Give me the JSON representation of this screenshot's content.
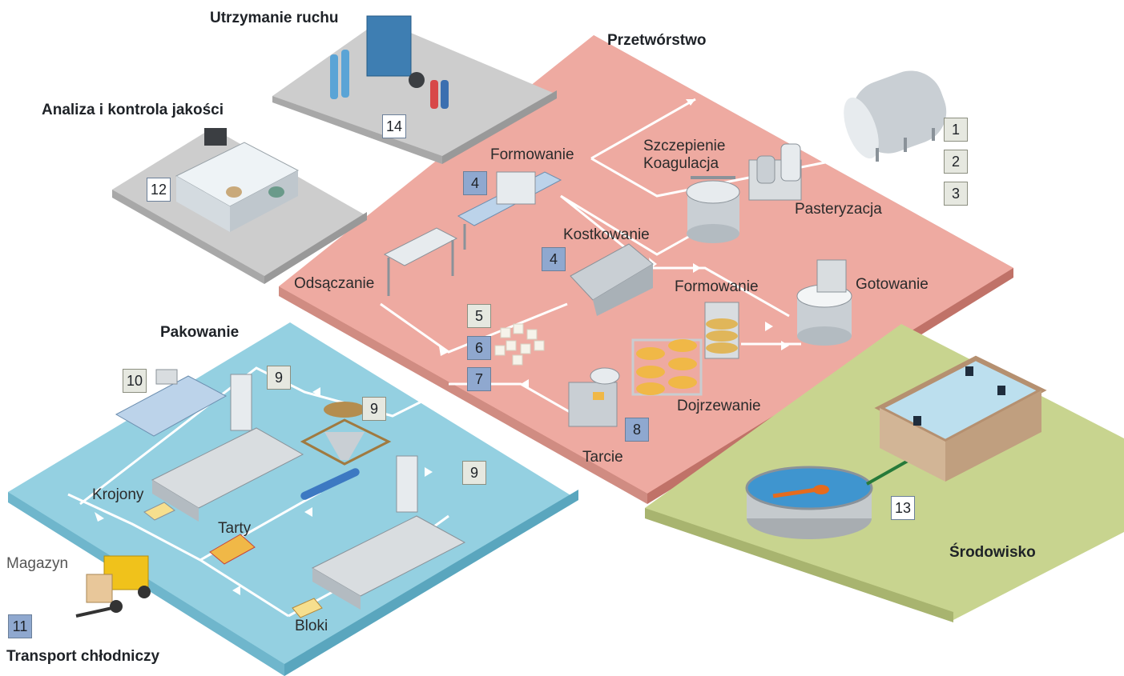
{
  "zones": {
    "maintenance": "Utrzymanie ruchu",
    "quality": "Analiza i kontrola jakości",
    "processing": "Przetwórstwo",
    "packaging": "Pakowanie",
    "environment": "Środowisko",
    "transport": "Transport chłodniczy"
  },
  "steps": {
    "forming_top": "Formowanie",
    "inoculation": "Szczepienie",
    "coagulation": "Koagulacja",
    "pasteurization": "Pasteryzacja",
    "cubing": "Kostkowanie",
    "draining": "Odsączanie",
    "forming_mid": "Formowanie",
    "cooking": "Gotowanie",
    "ripening": "Dojrzewanie",
    "grating": "Tarcie",
    "sliced": "Krojony",
    "grated": "Tarty",
    "blocks": "Bloki",
    "warehouse": "Magazyn"
  },
  "markers": {
    "m1": "1",
    "m2": "2",
    "m3": "3",
    "m4a": "4",
    "m4b": "4",
    "m5": "5",
    "m6": "6",
    "m7": "7",
    "m8": "8",
    "m9a": "9",
    "m9b": "9",
    "m9c": "9",
    "m10": "10",
    "m11": "11",
    "m12": "12",
    "m13": "13",
    "m14": "14"
  },
  "colors": {
    "processing_floor": "#eeaaa1",
    "packaging_floor": "#94d0e1",
    "environment_floor": "#c8d48f",
    "lab_floor": "#cdcdcd",
    "blue_marker": "#8fa8cf",
    "grey_marker": "#e6e8e0"
  },
  "icons": [
    "milk-tank-icon",
    "pasteurizer-icon",
    "vat-icon",
    "cooking-tank-icon",
    "cheese-wheels-icon",
    "cubes-icon",
    "forklift-icon",
    "clarifier-icon",
    "aeration-basin-icon",
    "lab-bench-icon",
    "gas-cylinder-icon",
    "welding-cart-icon",
    "packaging-line-icon",
    "grater-icon"
  ]
}
